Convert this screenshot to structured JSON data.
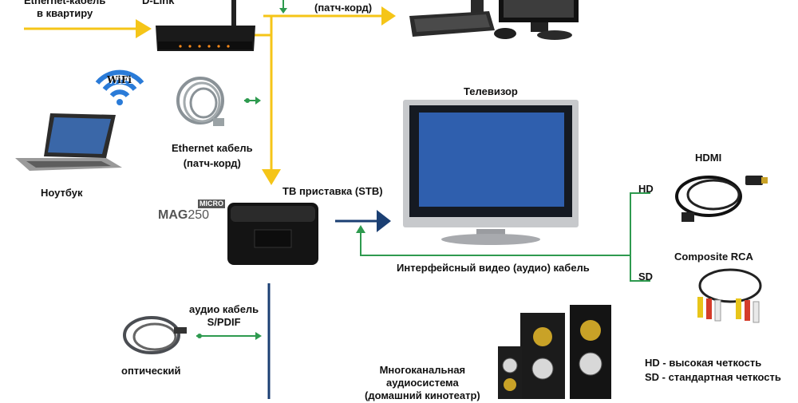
{
  "labels": {
    "ethernet_to_apartment": [
      "Ethernet-кабель",
      "в квартиру"
    ],
    "router_brand": "D-Link",
    "patch_cord_top": "(патч-корд)",
    "wifi": "WiFi",
    "ethernet_cable": "Ethernet кабель",
    "patch_cord": "(патч-корд)",
    "laptop": "Ноутбук",
    "tv": "Телевизор",
    "stb": "ТВ приставка (STB)",
    "mag_model": "MAG",
    "mag_number": "250",
    "mag_micro": "MICRO",
    "hd": "HD",
    "sd": "SD",
    "hdmi": "HDMI",
    "composite": "Composite RCA",
    "video_cable": "Интерфейсный видео (аудио) кабель",
    "audio_cable": [
      "аудио кабель",
      "S/PDIF"
    ],
    "optical": "оптический",
    "audio_system": [
      "Многоканальная",
      "аудиосистема",
      "(домашний кинотеатр)"
    ],
    "legend_hd": "HD - высокая четкость",
    "legend_sd": "SD - стандартная четкость"
  },
  "colors": {
    "ethernet_arrow": "#f5c518",
    "signal_line": "#1b3f73",
    "green_line": "#2e9a4f"
  }
}
